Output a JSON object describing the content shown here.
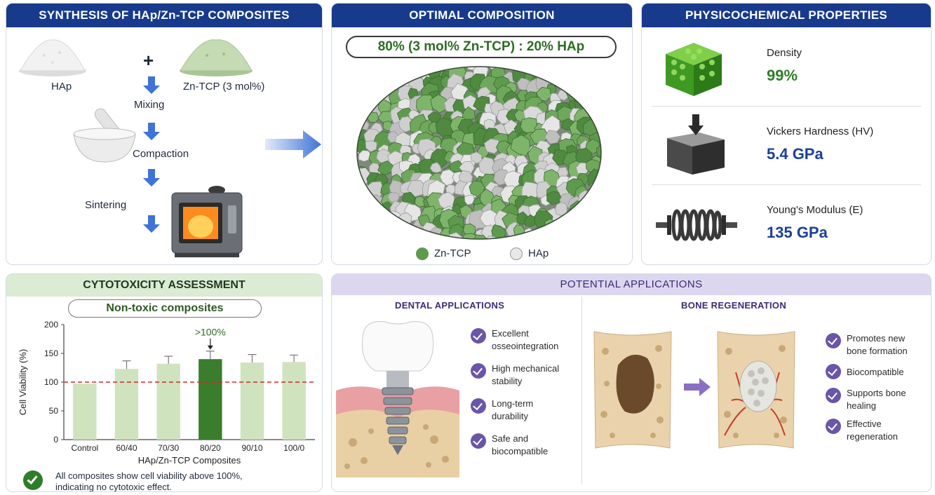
{
  "synthesis": {
    "title": "SYNTHESIS OF HAp/Zn-TCP COMPOSITES",
    "hap_label": "HAp",
    "plus": "+",
    "zntcp_label": "Zn-TCP (3 mol%)",
    "steps": [
      "Mixing",
      "Compaction",
      "Sintering"
    ]
  },
  "optimal": {
    "title": "OPTIMAL COMPOSITION",
    "ratio": "80% (3 mol% Zn-TCP) : 20% HAp",
    "legend": [
      "Zn-TCP",
      "HAp"
    ]
  },
  "properties": {
    "title": "PHYSICOCHEMICAL PROPERTIES",
    "items": [
      {
        "label": "Density",
        "value": "99%",
        "color": "#2f7d2a",
        "icon": "green-cube-icon"
      },
      {
        "label": "Vickers Hardness (HV)",
        "value": "5.4 GPa",
        "color": "#1b3f99",
        "icon": "indenter-block-icon"
      },
      {
        "label": "Young's Modulus (E)",
        "value": "135 GPa",
        "color": "#1b3f99",
        "icon": "spring-icon"
      }
    ]
  },
  "cytotoxicity": {
    "title": "CYTOTOXICITY ASSESSMENT",
    "badge": "Non-toxic composites",
    "note_line1": "All composites show cell viability above 100%,",
    "note_line2": "indicating no cytotoxic effect."
  },
  "chart_data": {
    "type": "bar",
    "categories": [
      "Control",
      "60/40",
      "70/30",
      "80/20",
      "90/10",
      "100/0"
    ],
    "values": [
      97,
      123,
      132,
      140,
      134,
      135
    ],
    "errors": [
      0,
      14,
      13,
      14,
      14,
      12
    ],
    "highlight_index": 3,
    "annotation": ">100%",
    "reference_line": 100,
    "ylabel": "Cell Viability (%)",
    "xlabel": "HAp/Zn-TCP Composites",
    "ylim": [
      0,
      200
    ],
    "yticks": [
      0,
      50,
      100,
      150,
      200
    ],
    "bar_color": "#cfe3bf",
    "highlight_color": "#3a7d2c",
    "reference_color": "#d62828"
  },
  "applications": {
    "title": "POTENTIAL APPLICATIONS",
    "dental": {
      "title": "DENTAL APPLICATIONS",
      "bullets": [
        [
          "Excellent",
          "osseointegration"
        ],
        [
          "High mechanical",
          "stability"
        ],
        [
          "Long-term",
          "durability"
        ],
        [
          "Safe and",
          "biocompatible"
        ]
      ]
    },
    "bone": {
      "title": "BONE REGENERATION",
      "bullets": [
        [
          "Promotes new",
          "bone formation"
        ],
        [
          "Biocompatible"
        ],
        [
          "Supports bone",
          "healing"
        ],
        [
          "Effective",
          "regeneration"
        ]
      ]
    }
  }
}
